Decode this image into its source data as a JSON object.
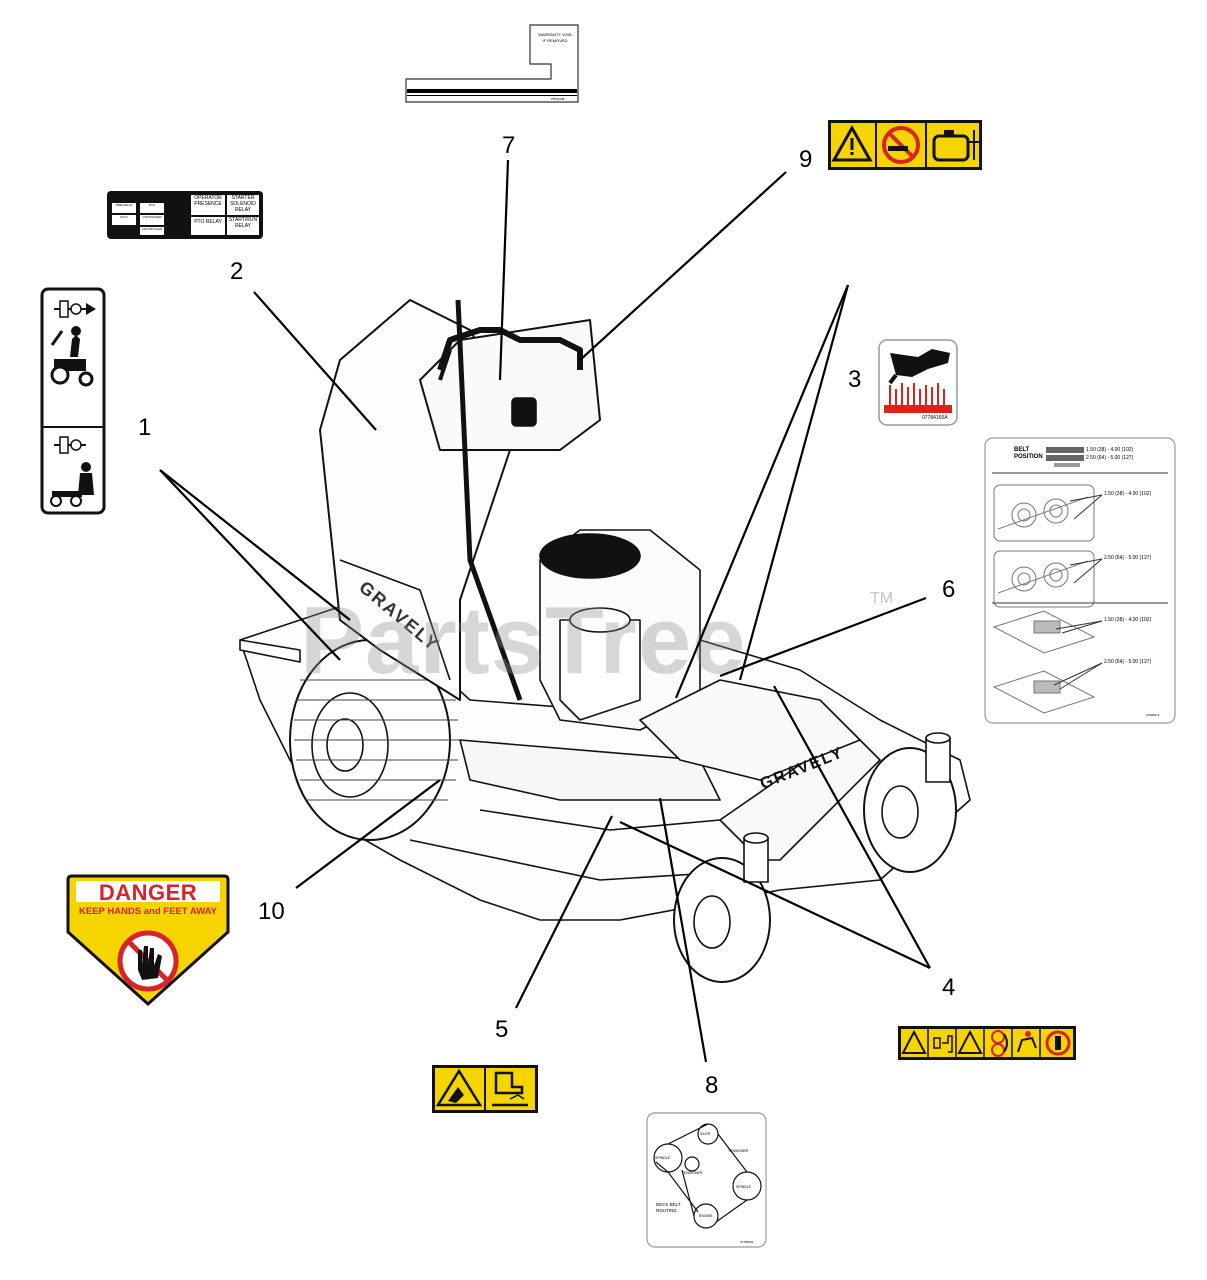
{
  "callouts": {
    "c1": "1",
    "c2": "2",
    "c3": "3",
    "c4": "4",
    "c5": "5",
    "c6": "6",
    "c7": "7",
    "c8": "8",
    "c9": "9",
    "c10": "10"
  },
  "watermark": {
    "text": "PartsTree",
    "tm": "TM"
  },
  "machine": {
    "brand_deck": "GRAVELY",
    "brand_body": "GRAVELY"
  },
  "decals": {
    "warranty": {
      "line1": "WARRANTY VOID",
      "line2": "IF REMOVED",
      "part": "07849138"
    },
    "relay": {
      "time_delay": "TIME DELAY",
      "pto": "PTO",
      "accy": "ACCY",
      "crossover": "CROSSOVER",
      "controller": "CONTROLLER",
      "operator_presence": "OPERATOR PRESENCE",
      "starter_solenoid_relay": "STARTER SOLENOID RELAY",
      "pto_relay": "PTO RELAY",
      "start_run_relay": "START/RUN RELAY"
    },
    "hot_surface": {
      "part": "07784160A"
    },
    "belt_position": {
      "title_1": "BELT",
      "title_2": "POSITION",
      "pos1": "1.50 (38) - 4.00 (102)",
      "pos2": "2.50 (64) - 5.00 (127)",
      "part": "07828974"
    },
    "danger": {
      "title": "DANGER",
      "subtitle": "KEEP HANDS and FEET AWAY"
    },
    "deck_belt": {
      "idler": "IDLER",
      "spindle_l": "SPINDLE",
      "spindle_r": "SPINDLE",
      "tensioner_1": "TENSIONER",
      "tensioner_2": "TENSIONER",
      "routing_1": "DECK BELT",
      "routing_2": "ROUTING",
      "engine": "ENGINE",
      "part": "07786602"
    }
  },
  "colors": {
    "decal_yellow": "#f6d400",
    "danger_red": "#d8232a",
    "hot_red": "#e0211b",
    "line_black": "#000000"
  }
}
